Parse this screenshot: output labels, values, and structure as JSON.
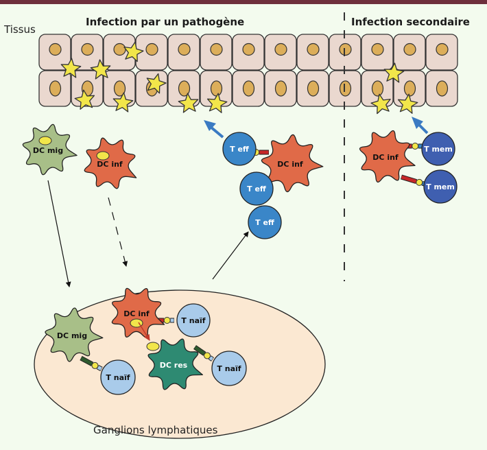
{
  "labels": {
    "tissue": "Tissus",
    "primary_infection": "Infection par un pathogène",
    "secondary_infection": "Infection secondaire",
    "lymph_nodes": "Ganglions lymphatiques"
  },
  "cells": {
    "dc_mig": "DC mig",
    "dc_inf": "DC inf",
    "dc_res": "DC res",
    "t_eff": "T eff",
    "t_mem": "T mem",
    "t_naif": "T naïf"
  },
  "colors": {
    "top_bar": "#6e2f3c",
    "background": "#f3fbee",
    "tissue_cell": "#ead8cf",
    "nucleus": "#dcae5a",
    "pathogen_star": "#f2e64a",
    "dc_mig": "#a8bf88",
    "dc_inf": "#e06a48",
    "dc_res": "#2e8a72",
    "t_eff": "#3a86c8",
    "t_mem": "#3f5fb0",
    "t_naif": "#a9cbea",
    "lymph_node": "#fbe8d2",
    "arrow_effector": "#3a7ac2",
    "arrow_transfer": "#c0392b"
  }
}
